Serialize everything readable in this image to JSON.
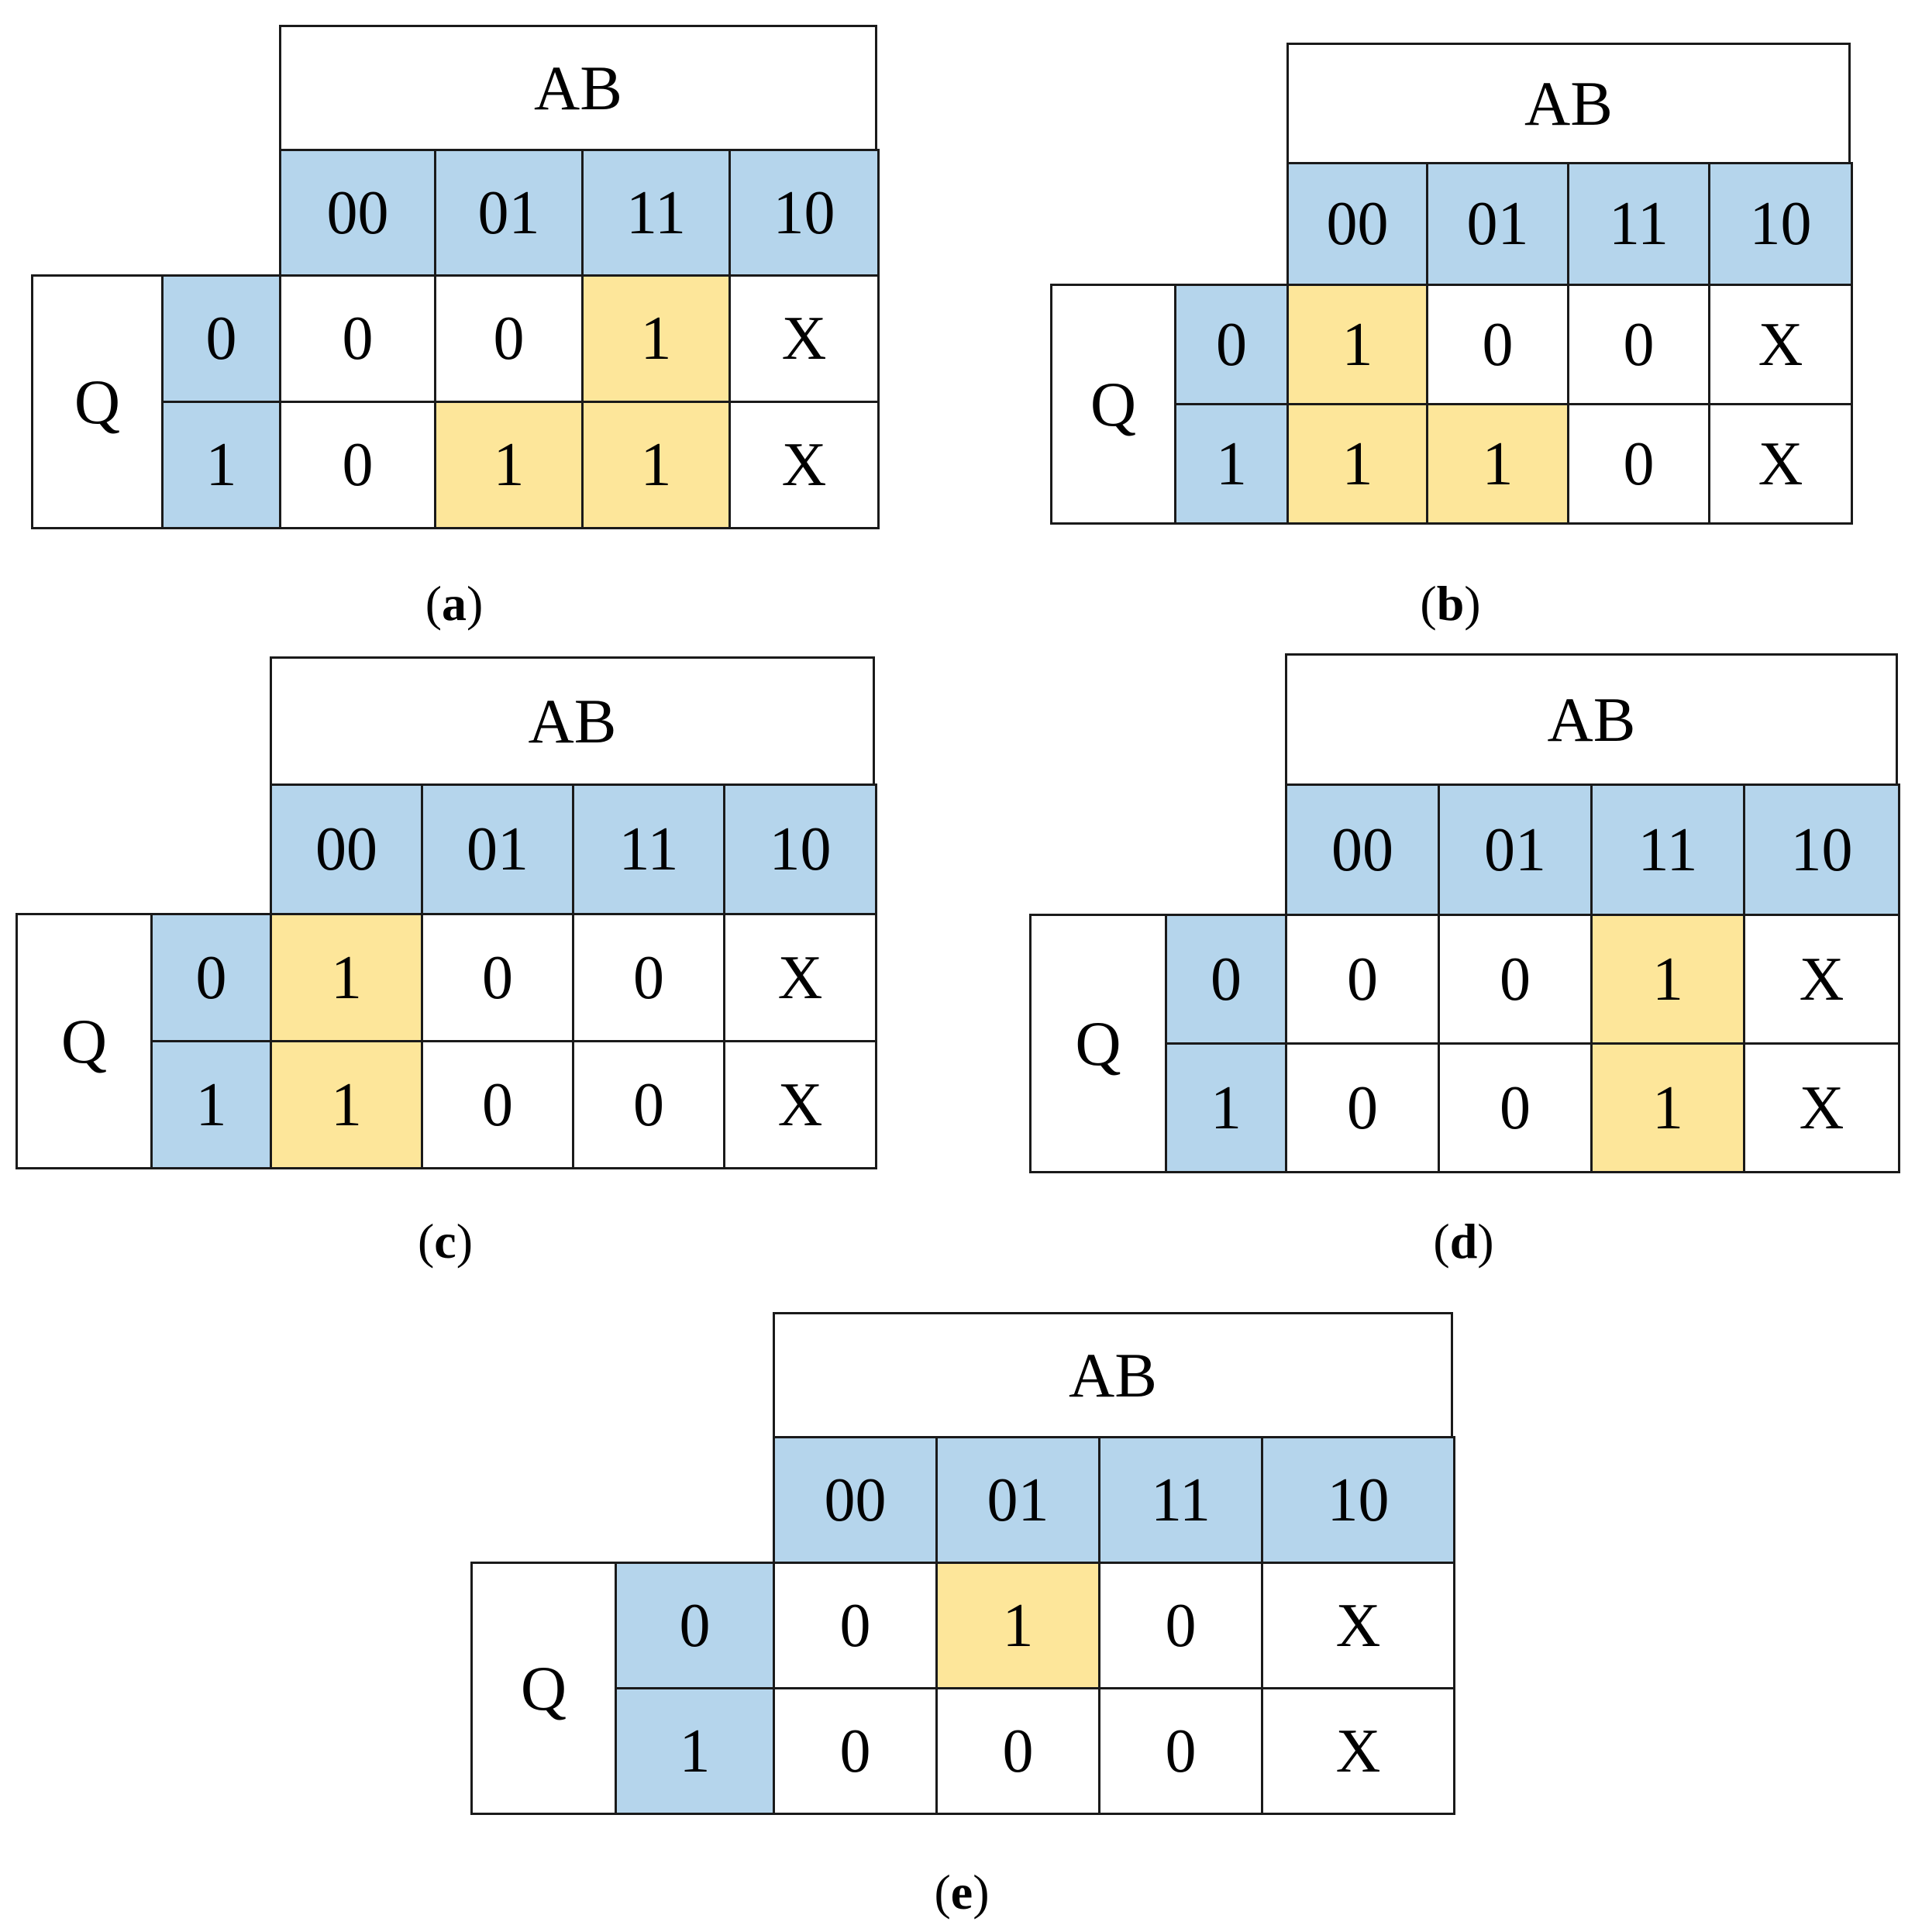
{
  "colors": {
    "header_fill": "#b5d5ec",
    "highlight_fill": "#fde69a",
    "cell_fill": "#ffffff",
    "border": "#1a1a1a"
  },
  "maps": [
    {
      "id": "a",
      "caption_open": "(",
      "caption_letter": "a",
      "caption_close": ")",
      "col_var": "AB",
      "row_var": "Q",
      "col_labels": [
        "00",
        "01",
        "11",
        "10"
      ],
      "row_labels": [
        "0",
        "1"
      ],
      "cells": [
        [
          "0",
          "0",
          "1",
          "X"
        ],
        [
          "0",
          "1",
          "1",
          "X"
        ]
      ],
      "highlight": [
        [
          false,
          false,
          true,
          false
        ],
        [
          false,
          true,
          true,
          false
        ]
      ]
    },
    {
      "id": "b",
      "caption_open": "(",
      "caption_letter": "b",
      "caption_close": ")",
      "col_var": "AB",
      "row_var": "Q",
      "col_labels": [
        "00",
        "01",
        "11",
        "10"
      ],
      "row_labels": [
        "0",
        "1"
      ],
      "cells": [
        [
          "1",
          "0",
          "0",
          "X"
        ],
        [
          "1",
          "1",
          "0",
          "X"
        ]
      ],
      "highlight": [
        [
          true,
          false,
          false,
          false
        ],
        [
          true,
          true,
          false,
          false
        ]
      ]
    },
    {
      "id": "c",
      "caption_open": "(",
      "caption_letter": "c",
      "caption_close": ")",
      "col_var": "AB",
      "row_var": "Q",
      "col_labels": [
        "00",
        "01",
        "11",
        "10"
      ],
      "row_labels": [
        "0",
        "1"
      ],
      "cells": [
        [
          "1",
          "0",
          "0",
          "X"
        ],
        [
          "1",
          "0",
          "0",
          "X"
        ]
      ],
      "highlight": [
        [
          true,
          false,
          false,
          false
        ],
        [
          true,
          false,
          false,
          false
        ]
      ]
    },
    {
      "id": "d",
      "caption_open": "(",
      "caption_letter": "d",
      "caption_close": ")",
      "col_var": "AB",
      "row_var": "Q",
      "col_labels": [
        "00",
        "01",
        "11",
        "10"
      ],
      "row_labels": [
        "0",
        "1"
      ],
      "cells": [
        [
          "0",
          "0",
          "1",
          "X"
        ],
        [
          "0",
          "0",
          "1",
          "X"
        ]
      ],
      "highlight": [
        [
          false,
          false,
          true,
          false
        ],
        [
          false,
          false,
          true,
          false
        ]
      ]
    },
    {
      "id": "e",
      "caption_open": "(",
      "caption_letter": "e",
      "caption_close": ")",
      "col_var": "AB",
      "row_var": "Q",
      "col_labels": [
        "00",
        "01",
        "11",
        "10"
      ],
      "row_labels": [
        "0",
        "1"
      ],
      "cells": [
        [
          "0",
          "1",
          "0",
          "X"
        ],
        [
          "0",
          "0",
          "0",
          "X"
        ]
      ],
      "highlight": [
        [
          false,
          true,
          false,
          false
        ],
        [
          false,
          false,
          false,
          false
        ]
      ]
    }
  ]
}
